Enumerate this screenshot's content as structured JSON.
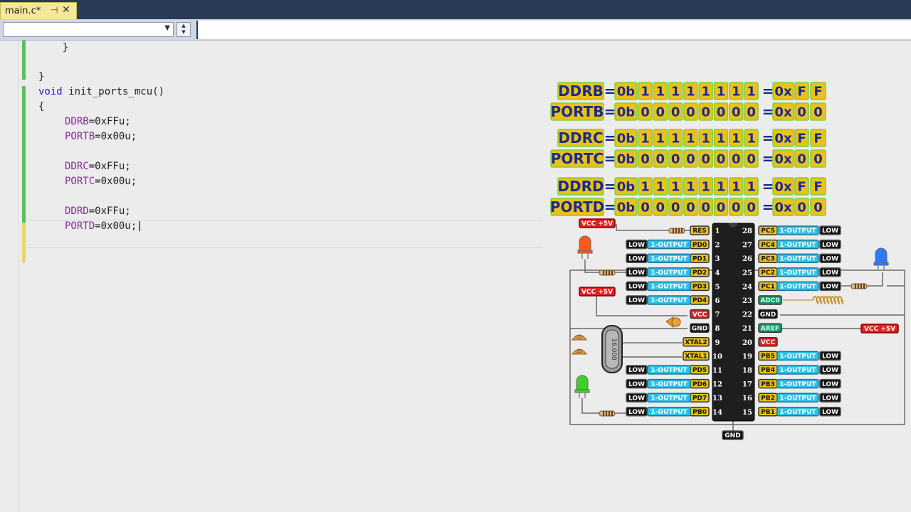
{
  "tab": {
    "title": "main.c*",
    "pin": "⊣",
    "close": "✕"
  },
  "toolbar": {
    "combo_value": "",
    "combo_arrow": "▼",
    "spin_up": "▲",
    "spin_down": "▼"
  },
  "code": {
    "line1": "    }",
    "line2": "}",
    "line3_kw": "void",
    "line3_rest": " init_ports_mcu()",
    "line4": "{",
    "line5_reg": "DDRB",
    "line5_val": "=0xFFu;",
    "line6_reg": "PORTB",
    "line6_val": "=0x00u;",
    "line7_reg": "DDRC",
    "line7_val": "=0xFFu;",
    "line8_reg": "PORTC",
    "line8_val": "=0x00u;",
    "line9_reg": "DDRD",
    "line9_val": "=0xFFu;",
    "line10_reg": "PORTD",
    "line10_val": "=0x00u;"
  },
  "registers": [
    {
      "name": "DDRB",
      "prefix": "0b",
      "bits": [
        "1",
        "1",
        "1",
        "1",
        "1",
        "1",
        "1",
        "1"
      ],
      "hex": [
        "F",
        "F"
      ]
    },
    {
      "name": "PORTB",
      "prefix": "0b",
      "bits": [
        "0",
        "0",
        "0",
        "0",
        "0",
        "0",
        "0",
        "0"
      ],
      "hex": [
        "0",
        "0"
      ]
    },
    {
      "name": "DDRC",
      "prefix": "0b",
      "bits": [
        "1",
        "1",
        "1",
        "1",
        "1",
        "1",
        "1",
        "1"
      ],
      "hex": [
        "F",
        "F"
      ]
    },
    {
      "name": "PORTC",
      "prefix": "0b",
      "bits": [
        "0",
        "0",
        "0",
        "0",
        "0",
        "0",
        "0",
        "0"
      ],
      "hex": [
        "0",
        "0"
      ]
    },
    {
      "name": "DDRD",
      "prefix": "0b",
      "bits": [
        "1",
        "1",
        "1",
        "1",
        "1",
        "1",
        "1",
        "1"
      ],
      "hex": [
        "F",
        "F"
      ]
    },
    {
      "name": "PORTD",
      "prefix": "0b",
      "bits": [
        "0",
        "0",
        "0",
        "0",
        "0",
        "0",
        "0",
        "0"
      ],
      "hex": [
        "0",
        "0"
      ]
    }
  ],
  "register_symbols": {
    "eq": "=",
    "hex_prefix": "0x"
  },
  "left_pins": [
    {
      "num": "1",
      "name": "RES",
      "type": "",
      "state": ""
    },
    {
      "num": "2",
      "name": "PD0",
      "type": "1-OUTPUT",
      "state": "LOW"
    },
    {
      "num": "3",
      "name": "PD1",
      "type": "1-OUTPUT",
      "state": "LOW"
    },
    {
      "num": "4",
      "name": "PD2",
      "type": "1-OUTPUT",
      "state": "LOW"
    },
    {
      "num": "5",
      "name": "PD3",
      "type": "1-OUTPUT",
      "state": "LOW"
    },
    {
      "num": "6",
      "name": "PD4",
      "type": "1-OUTPUT",
      "state": "LOW"
    },
    {
      "num": "7",
      "name": "VCC",
      "type": "",
      "state": ""
    },
    {
      "num": "8",
      "name": "GND",
      "type": "",
      "state": ""
    },
    {
      "num": "9",
      "name": "XTAL2",
      "type": "",
      "state": ""
    },
    {
      "num": "10",
      "name": "XTAL1",
      "type": "",
      "state": ""
    },
    {
      "num": "11",
      "name": "PD5",
      "type": "1-OUTPUT",
      "state": "LOW"
    },
    {
      "num": "12",
      "name": "PD6",
      "type": "1-OUTPUT",
      "state": "LOW"
    },
    {
      "num": "13",
      "name": "PD7",
      "type": "1-OUTPUT",
      "state": "LOW"
    },
    {
      "num": "14",
      "name": "PB0",
      "type": "1-OUTPUT",
      "state": "LOW"
    }
  ],
  "right_pins": [
    {
      "num": "28",
      "name": "PC5",
      "type": "1-OUTPUT",
      "state": "LOW"
    },
    {
      "num": "27",
      "name": "PC4",
      "type": "1-OUTPUT",
      "state": "LOW"
    },
    {
      "num": "26",
      "name": "PC3",
      "type": "1-OUTPUT",
      "state": "LOW"
    },
    {
      "num": "25",
      "name": "PC2",
      "type": "1-OUTPUT",
      "state": "LOW"
    },
    {
      "num": "24",
      "name": "PC1",
      "type": "1-OUTPUT",
      "state": "LOW"
    },
    {
      "num": "23",
      "name": "ADC0",
      "type": "",
      "state": ""
    },
    {
      "num": "22",
      "name": "GND",
      "type": "",
      "state": ""
    },
    {
      "num": "21",
      "name": "AREF",
      "type": "",
      "state": ""
    },
    {
      "num": "20",
      "name": "VCC",
      "type": "",
      "state": ""
    },
    {
      "num": "19",
      "name": "PB5",
      "type": "1-OUTPUT",
      "state": "LOW"
    },
    {
      "num": "18",
      "name": "PB4",
      "type": "1-OUTPUT",
      "state": "LOW"
    },
    {
      "num": "17",
      "name": "PB3",
      "type": "1-OUTPUT",
      "state": "LOW"
    },
    {
      "num": "16",
      "name": "PB2",
      "type": "1-OUTPUT",
      "state": "LOW"
    },
    {
      "num": "15",
      "name": "PB1",
      "type": "1-OUTPUT",
      "state": "LOW"
    }
  ],
  "supply_labels": {
    "vcc5v": "VCC +5V",
    "gnd": "GND",
    "crystal": "16.000",
    "cap": "22"
  },
  "colors": {
    "reg_text": "#1c2a8c",
    "reg_fill": "#e8c21a",
    "reg_border": "#7fcf3f",
    "pin_yellow": "#e8c21a",
    "pin_cyan": "#2ec0e8",
    "pin_black": "#111111",
    "pin_red": "#e02020",
    "pin_green": "#1a9a6a",
    "led_red": "#ff5a1a",
    "led_blue": "#2a7bff",
    "led_green": "#3fcf2a"
  }
}
